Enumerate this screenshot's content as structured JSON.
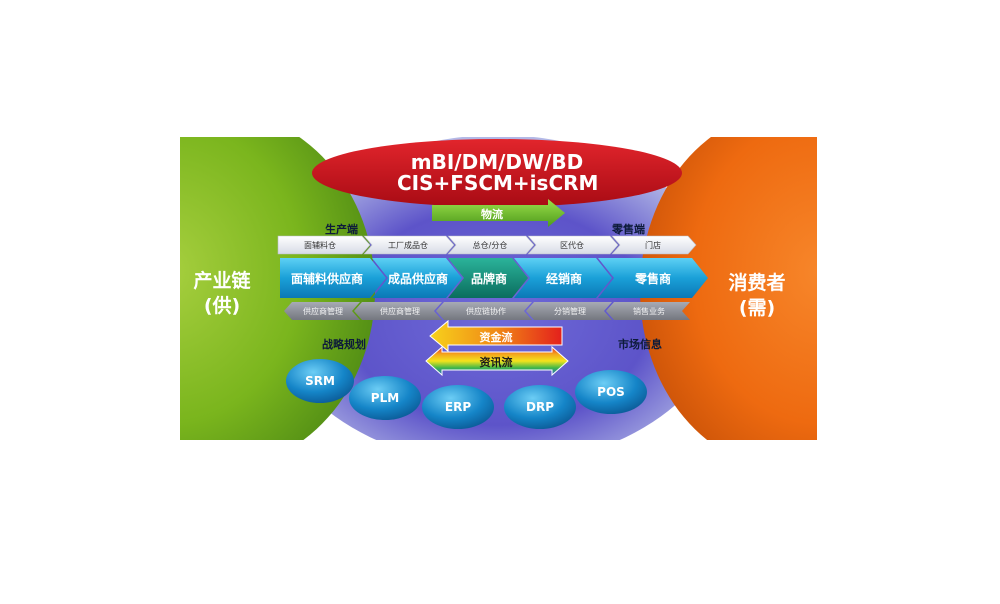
{
  "banner": {
    "line1": "mBI/DM/DW/BD",
    "line2": "CIS+FSCM+isCRM"
  },
  "supply_side": {
    "line1": "产业链",
    "line2": "(供)"
  },
  "demand_side": {
    "line1": "消费者",
    "line2": "(需)"
  },
  "zones": {
    "production_end": "生产端",
    "retail_end": "零售端",
    "strategic_planning": "战略规划",
    "market_info": "市场信息"
  },
  "flows": {
    "logistics": "物流",
    "capital": "资金流",
    "information": "资讯流"
  },
  "top_steps": [
    "面辅料仓",
    "工厂成品仓",
    "总仓/分仓",
    "区代仓",
    "门店"
  ],
  "main_chain": [
    "面辅料供应商",
    "成品供应商",
    "品牌商",
    "经销商",
    "零售商"
  ],
  "bottom_steps": [
    "供应商管理",
    "供应商管理",
    "供应链协作",
    "分销管理",
    "销售业务"
  ],
  "systems": [
    "SRM",
    "PLM",
    "ERP",
    "DRP",
    "POS"
  ],
  "colors": {
    "supply_green": "#7ab51d",
    "demand_orange": "#ee6a10",
    "banner_red": "#c8101a",
    "chain_blue": "#1aa0d8",
    "brand_teal": "#0f8a78",
    "center_purple": "#5d54c9",
    "system_blue": "#1585c8"
  }
}
